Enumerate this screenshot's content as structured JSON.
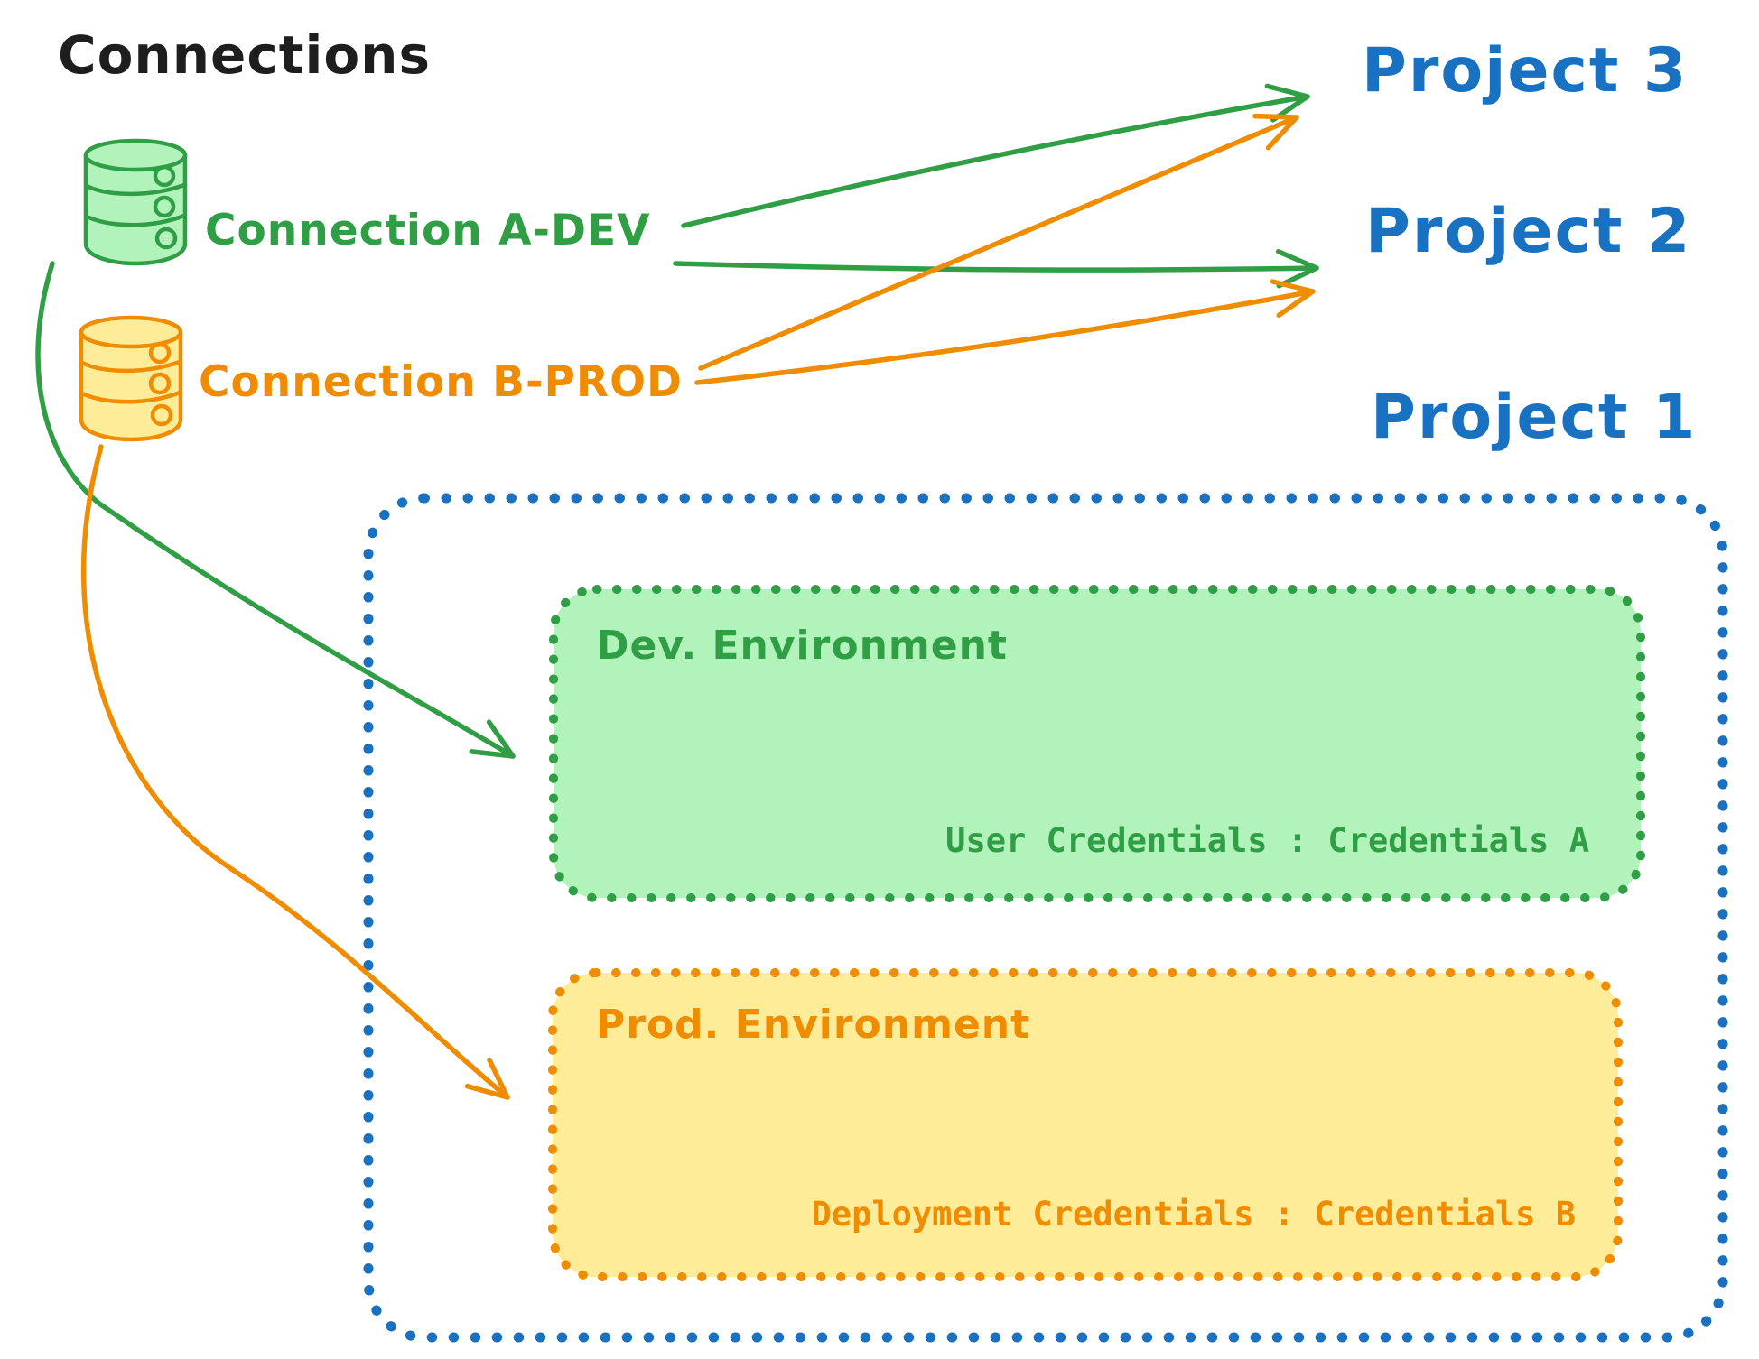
{
  "title": "Connections",
  "palette": {
    "black": "#1e1e1e",
    "blue": "#1971c2",
    "green_stroke": "#2f9e44",
    "green_fill": "#b2f2bb",
    "orange_stroke": "#f08c00",
    "orange_fill": "#ffec99",
    "background": "#ffffff"
  },
  "connections": [
    {
      "id": "a-dev",
      "label": "Connection A-DEV",
      "color": "#2f9e44",
      "icon": "database-icon"
    },
    {
      "id": "b-prod",
      "label": "Connection B-PROD",
      "color": "#f08c00",
      "icon": "database-icon"
    }
  ],
  "projects": [
    {
      "label": "Project 3"
    },
    {
      "label": "Project 2"
    },
    {
      "label": "Project 1"
    }
  ],
  "project1": {
    "environments": [
      {
        "name": "Dev. Environment",
        "credentials": "User Credentials : Credentials A",
        "stroke": "#2f9e44",
        "fill": "#b2f2bb"
      },
      {
        "name": "Prod. Environment",
        "credentials": "Deployment Credentials : Credentials B",
        "stroke": "#f08c00",
        "fill": "#ffec99"
      }
    ]
  },
  "edges": [
    {
      "from": "Connection A-DEV",
      "to": "Project 3",
      "color": "#2f9e44"
    },
    {
      "from": "Connection A-DEV",
      "to": "Project 2",
      "color": "#2f9e44"
    },
    {
      "from": "Connection A-DEV",
      "to": "Dev. Environment (Project 1)",
      "color": "#2f9e44"
    },
    {
      "from": "Connection B-PROD",
      "to": "Project 3",
      "color": "#f08c00"
    },
    {
      "from": "Connection B-PROD",
      "to": "Project 2",
      "color": "#f08c00"
    },
    {
      "from": "Connection B-PROD",
      "to": "Prod. Environment (Project 1)",
      "color": "#f08c00"
    }
  ]
}
